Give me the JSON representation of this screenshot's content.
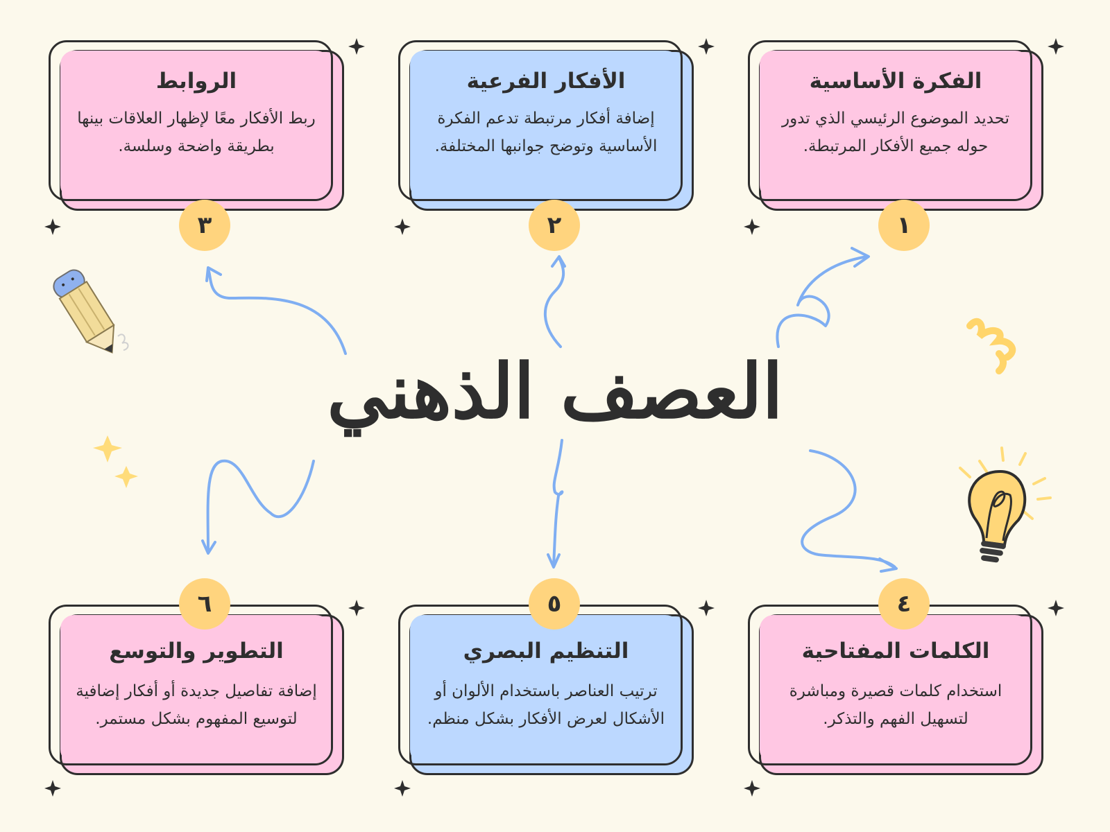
{
  "title": "العصف الذهني",
  "colors": {
    "background": "#FCF9EC",
    "pink": "#FFC7E3",
    "blue": "#BCD8FF",
    "badge": "#FFD47E",
    "arrow": "#7FAEF2",
    "outline": "#2E2E2E"
  },
  "cards": [
    {
      "number": "١",
      "title": "الفكرة الأساسية",
      "description": "تحديد الموضوع الرئيسي الذي تدور حوله جميع الأفكار المرتبطة.",
      "color": "pink"
    },
    {
      "number": "٢",
      "title": "الأفكار الفرعية",
      "description": "إضافة أفكار مرتبطة تدعم الفكرة الأساسية وتوضح جوانبها المختلفة.",
      "color": "blue"
    },
    {
      "number": "٣",
      "title": "الروابط",
      "description": "ربط الأفكار معًا لإظهار العلاقات بينها بطريقة واضحة وسلسة.",
      "color": "pink"
    },
    {
      "number": "٤",
      "title": "الكلمات المفتاحية",
      "description": "استخدام كلمات قصيرة ومباشرة لتسهيل الفهم والتذكر.",
      "color": "pink"
    },
    {
      "number": "٥",
      "title": "التنظيم البصري",
      "description": "ترتيب العناصر باستخدام الألوان أو الأشكال لعرض الأفكار بشكل منظم.",
      "color": "blue"
    },
    {
      "number": "٦",
      "title": "التطوير والتوسع",
      "description": "إضافة تفاصيل جديدة أو أفكار إضافية لتوسيع المفهوم بشكل مستمر.",
      "color": "pink"
    }
  ],
  "icons": [
    "pencil-icon",
    "lightbulb-icon",
    "sparkle-icon",
    "squiggle-icon"
  ]
}
